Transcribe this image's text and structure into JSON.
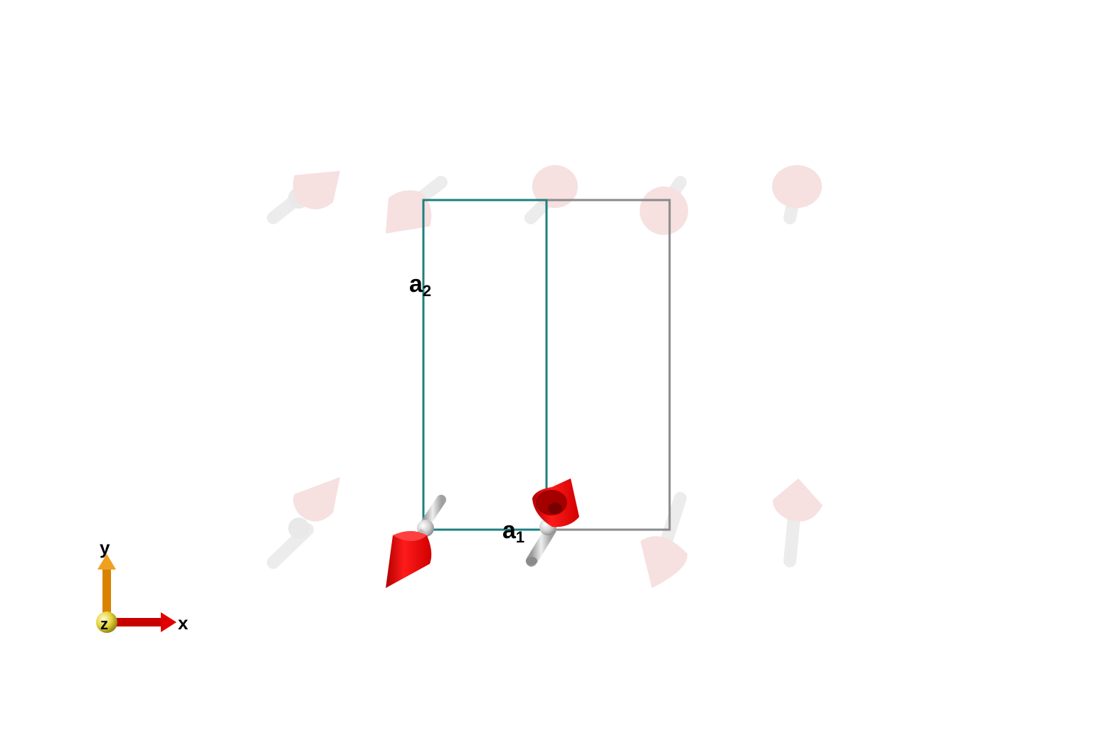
{
  "lattice_vectors": {
    "a1": {
      "base": "a",
      "sub": "1"
    },
    "a2": {
      "base": "a",
      "sub": "2"
    }
  },
  "axes": {
    "x": "x",
    "y": "y",
    "z": "z"
  },
  "colors": {
    "cell_primary": "#1f7f7f",
    "cell_secondary": "#8a8a8a",
    "spin_cone": "#ff0000",
    "spin_cone_faded": "#f3d6d6",
    "spin_rod": "#cfcfcf",
    "axis_x": "#d40000",
    "axis_y": "#e08a00",
    "axis_z": "#e8d640"
  }
}
